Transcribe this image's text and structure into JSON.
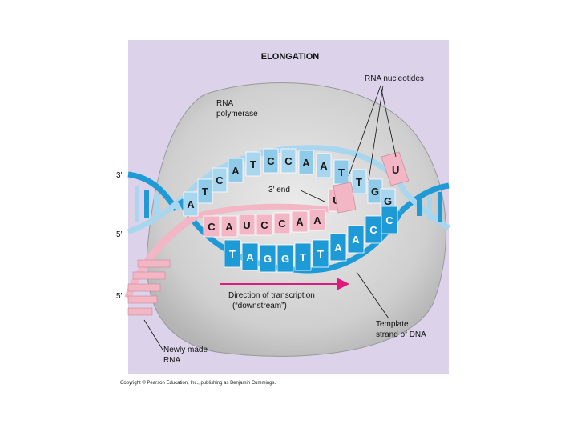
{
  "figure": {
    "title": "ELONGATION",
    "labels": {
      "rna_nucleotides": "RNA nucleotides",
      "rna_polymerase_1": "RNA",
      "rna_polymerase_2": "polymerase",
      "three_prime_end": "3′ end",
      "direction_1": "Direction of transcription",
      "direction_2": "(“downstream”)",
      "template_1": "Template",
      "template_2": "strand of DNA",
      "newly_made_1": "Newly made",
      "newly_made_2": "RNA",
      "end_top_left": "3′",
      "end_mid_left": "5′",
      "end_bottom_left": "5′"
    },
    "sequences": {
      "nontemplate_top": [
        "A",
        "T",
        "C",
        "A",
        "T",
        "C",
        "C",
        "A",
        "A",
        "T",
        "T",
        "G",
        "G"
      ],
      "rna_made": [
        "C",
        "A",
        "U",
        "C",
        "C",
        "A",
        "A",
        "U"
      ],
      "template_bottom": [
        "T",
        "A",
        "G",
        "G",
        "T",
        "T",
        "A",
        "A",
        "C",
        "C"
      ],
      "free_nucleotide": "U"
    },
    "copyright": "Copyright © Pearson Education, Inc., publishing as Benjamin Cummings.",
    "colors": {
      "background_panel": "#dcd3eb",
      "polymerase": "#cfcfcf",
      "dna_light_blue": "#a9d6ef",
      "dna_dark_blue": "#1e9ad6",
      "rna_pink": "#f2b6c4",
      "arrow_magenta": "#e0197d"
    }
  }
}
